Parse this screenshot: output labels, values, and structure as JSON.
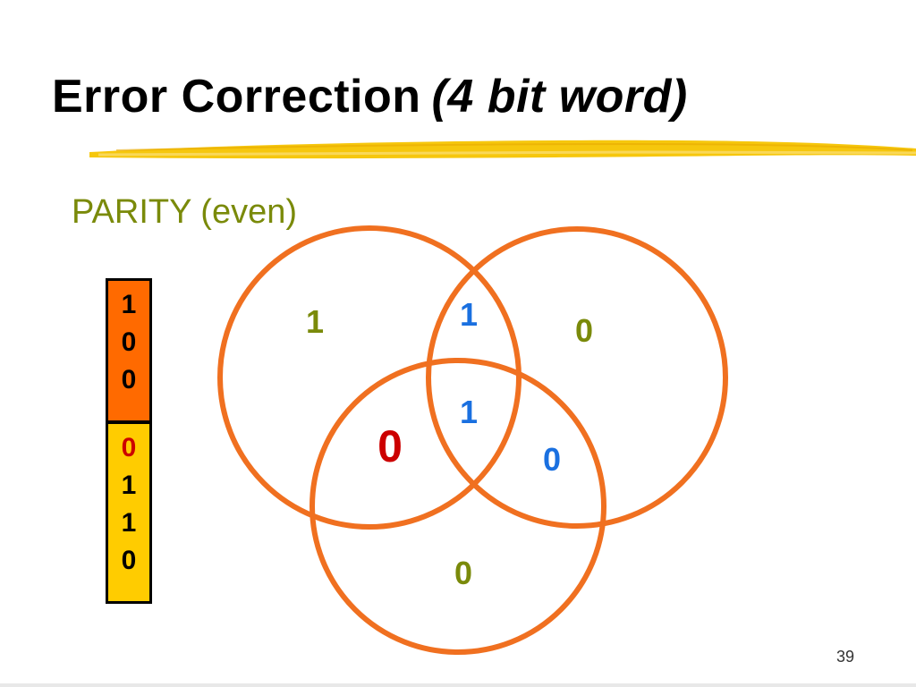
{
  "slide": {
    "title": "Error Correction",
    "title_italic": "(4 bit word)",
    "parity_label": "PARITY (even)",
    "page_number": "39"
  },
  "colors": {
    "circle_stroke": "#f07020",
    "olive_text": "#7a8a0a",
    "blue_text": "#1a70e0",
    "red_text": "#cc0000",
    "data_bits_bg": "#ff6a00",
    "parity_bits_bg": "#ffcc00",
    "brush_yellow": "#f5c400"
  },
  "bit_word": {
    "data_bits": [
      {
        "value": "1",
        "color": "#000000"
      },
      {
        "value": "0",
        "color": "#000000"
      },
      {
        "value": "0",
        "color": "#000000"
      }
    ],
    "parity_bits": [
      {
        "value": "0",
        "color": "#cc0000"
      },
      {
        "value": "1",
        "color": "#000000"
      },
      {
        "value": "1",
        "color": "#000000"
      },
      {
        "value": "0",
        "color": "#000000"
      }
    ]
  },
  "venn": {
    "regions": {
      "a_only": {
        "value": "1",
        "color": "#7a8a0a"
      },
      "ab_overlap": {
        "value": "1",
        "color": "#1a70e0"
      },
      "b_only": {
        "value": "0",
        "color": "#7a8a0a"
      },
      "abc_center": {
        "value": "1",
        "color": "#1a70e0"
      },
      "ac_overlap": {
        "value": "0",
        "color": "#cc0000"
      },
      "bc_overlap": {
        "value": "0",
        "color": "#1a70e0"
      },
      "c_only": {
        "value": "0",
        "color": "#7a8a0a"
      }
    }
  }
}
